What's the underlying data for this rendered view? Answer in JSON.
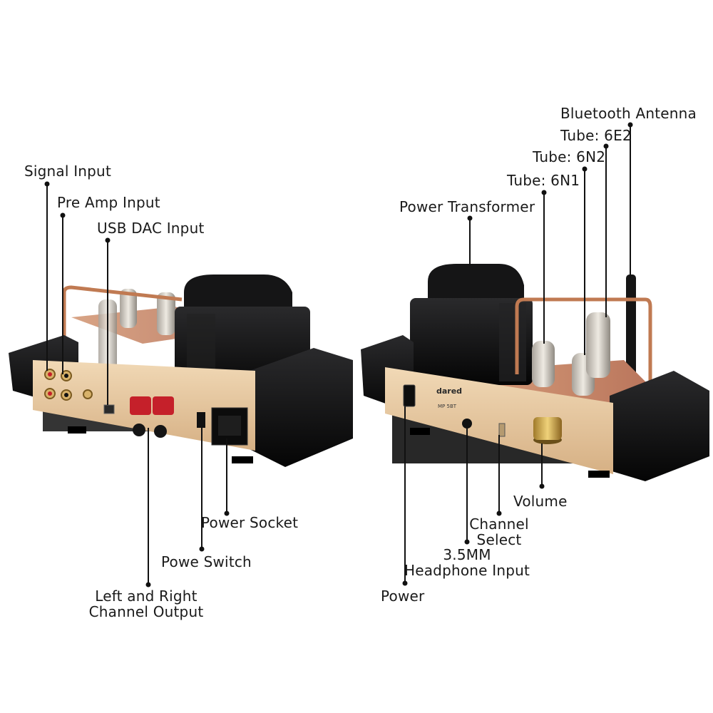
{
  "colors": {
    "chassis_black": "#0f0f10",
    "panel_gold": "#e6c8a0",
    "copper": "#c9855a",
    "transformer": "#1c1c1e",
    "label_text": "#1a1a1a",
    "leader_line": "#111111",
    "terminal_red": "#c5202a"
  },
  "left_unit": {
    "labels": {
      "signal_input": "Signal Input",
      "pre_amp_input": "Pre Amp Input",
      "usb_dac_input": "USB DAC Input",
      "power_socket": "Power Socket",
      "power_switch": "Powe Switch",
      "channel_output_line1": "Left and Right",
      "channel_output_line2": "Channel Output"
    }
  },
  "right_unit": {
    "brand": "dared",
    "model": "MP 5BT",
    "labels": {
      "bluetooth_antenna": "Bluetooth Antenna",
      "tube_6e2": "Tube: 6E2",
      "tube_6n2": "Tube: 6N2",
      "tube_6n1": "Tube: 6N1",
      "power_transformer": "Power Transformer",
      "volume": "Volume",
      "channel_select_line1": "Channel",
      "channel_select_line2": "Select",
      "headphone_line1": "3.5MM",
      "headphone_line2": "Headphone Input",
      "power": "Power"
    }
  }
}
